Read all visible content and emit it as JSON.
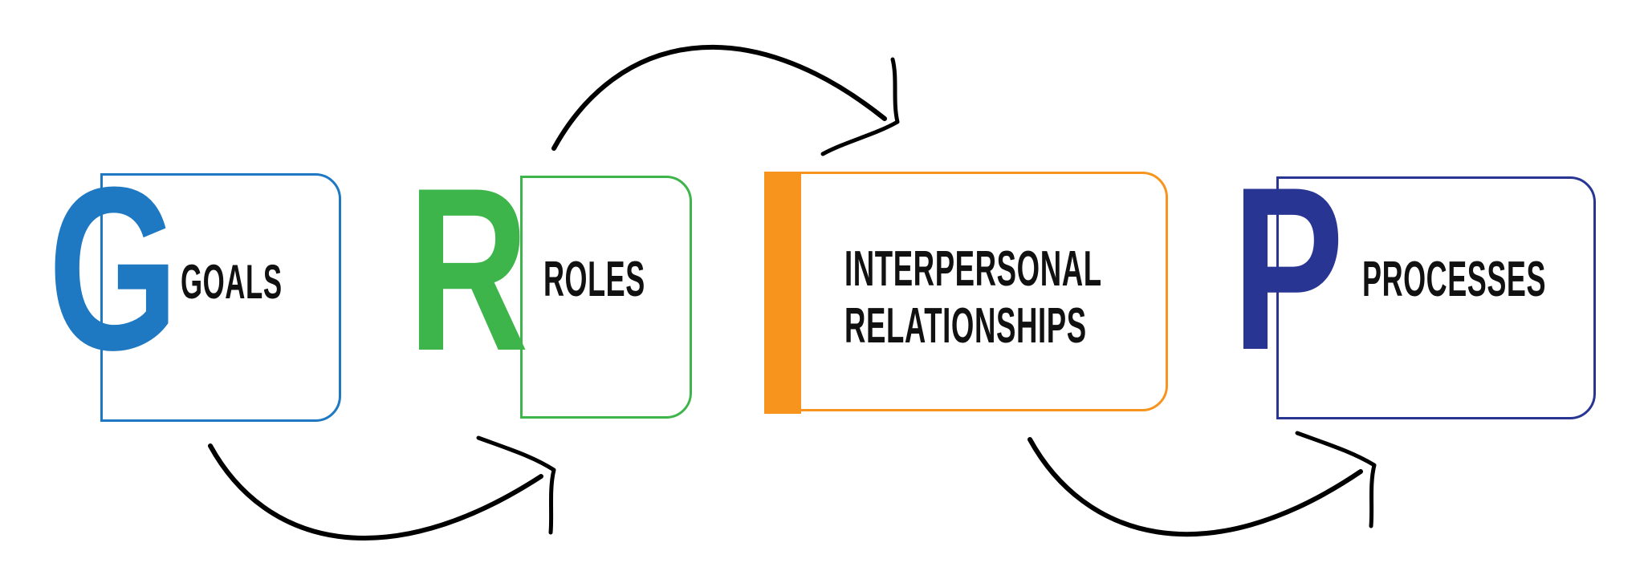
{
  "diagram": {
    "items": [
      {
        "letter": "G",
        "label": "GOALS",
        "color": "#1e78c2"
      },
      {
        "letter": "R",
        "label": "ROLES",
        "color": "#3db54a"
      },
      {
        "letter": "I",
        "label_line1": "INTERPERSONAL",
        "label_line2": "RELATIONSHIPS",
        "color": "#f7941d"
      },
      {
        "letter": "P",
        "label": "PROCESSES",
        "color": "#283593"
      }
    ],
    "arrow_color": "#000000"
  }
}
